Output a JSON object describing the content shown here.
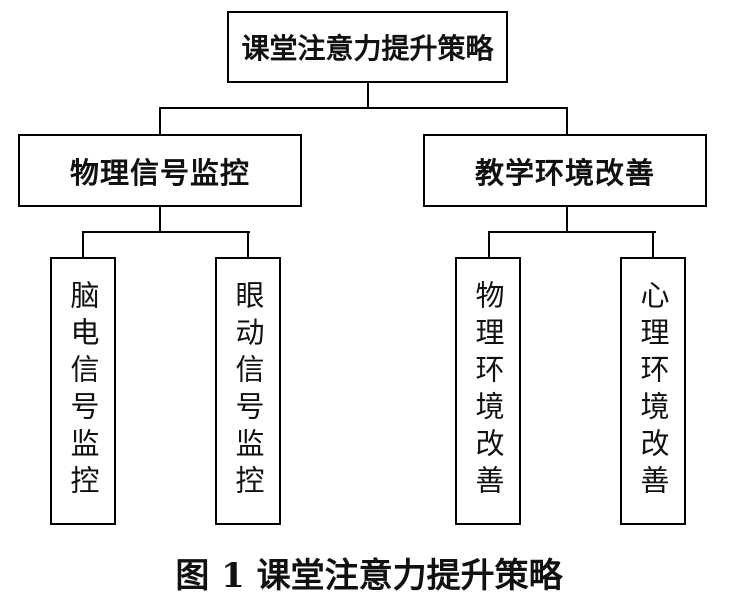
{
  "figure": {
    "root": {
      "label": "课堂注意力提升策略"
    },
    "level2": [
      {
        "label": "物理信号监控"
      },
      {
        "label": "教学环境改善"
      }
    ],
    "level3": [
      {
        "label": "脑电信号监控"
      },
      {
        "label": "眼动信号监控"
      },
      {
        "label": "物理环境改善"
      },
      {
        "label": "心理环境改善"
      }
    ],
    "caption": "图 1 课堂注意力提升策略"
  },
  "colors": {
    "line": "#000000",
    "background": "#ffffff",
    "text": "#111111"
  }
}
